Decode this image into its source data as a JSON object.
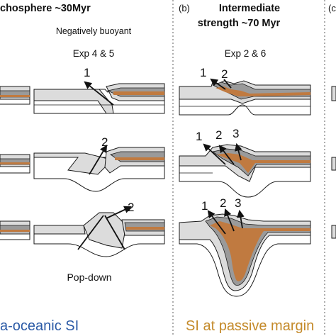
{
  "panels": {
    "a": {
      "header_line1": "chosphere ~30Myr",
      "subtitle": "Negatively buoyant",
      "experiment": "Exp 4 & 5",
      "bottom_label": "a-oceanic SI"
    },
    "b": {
      "tag": "(b)",
      "header_line1": "Intermediate",
      "header_line2": "strength ~70 Myr",
      "experiment": "Exp 2 & 6",
      "bottom_label": "SI at passive margin"
    },
    "c": {
      "tag": "(c"
    }
  },
  "annotations": {
    "a_row1": [
      "1"
    ],
    "a_row2": [
      "2"
    ],
    "a_row3": [
      "2"
    ],
    "a_note": "Pop-down",
    "b_row1": [
      "1",
      "2"
    ],
    "b_row2": [
      "1",
      "2",
      "3"
    ],
    "b_row3": [
      "1",
      "2",
      "3"
    ]
  },
  "colors": {
    "upper_crust": "#dcdcdc",
    "dark_crust": "#9a9a9a",
    "sediment_orange": "#c07a40",
    "mantle": "#ffffff",
    "outline": "#1a1a1a",
    "divider": "#777777",
    "label_blue": "#2b5aa6",
    "label_orange": "#c48a2a"
  }
}
